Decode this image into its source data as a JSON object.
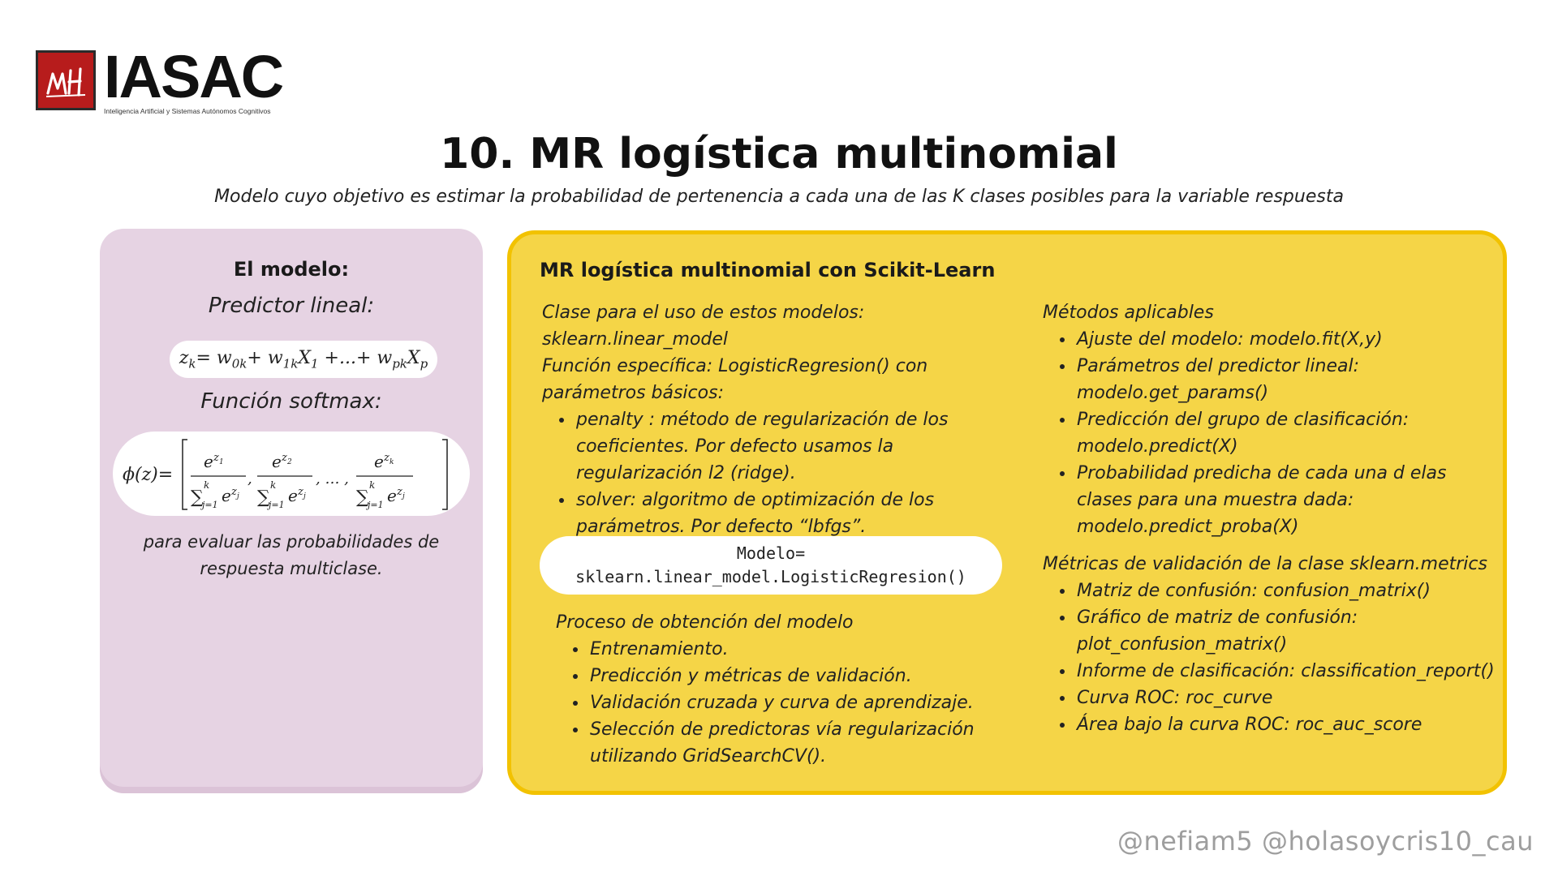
{
  "logo": {
    "name": "IASAC",
    "tagline": "Inteligencia Artificial y Sistemas Autónomos Cognitivos",
    "mark_color": "#b71c1c"
  },
  "title": "10. MR logística multinomial",
  "subtitle": "Modelo cuyo objetivo es estimar la probabilidad de pertenencia a cada una de las K clases posibles para la variable respuesta",
  "left_card": {
    "heading": "El modelo:",
    "predictor_label": "Predictor lineal:",
    "predictor_eq": "zk= w0k+ w1kX1 +...+ wpkXp",
    "softmax_label": "Función softmax:",
    "softmax_eq": "ϕ(z)= [ e^z1 / Σ_{j=1}^k e^zj , e^z2 / Σ_{j=1}^k e^zj , ... , e^zk / Σ_{j=1}^k e^zj ]",
    "note": "para evaluar las probabilidades de respuesta multiclase.",
    "bg_color": "#e6d3e3"
  },
  "right_card": {
    "heading": "MR logística multinomial con Scikit-Learn",
    "class_line": "Clase para el uso de estos modelos: sklearn.linear_model",
    "function_line": "Función específica: LogisticRegresion() con parámetros básicos:",
    "params": [
      "penalty : método de regularización de los coeficientes. Por defecto usamos la regularización l2 (ridge).",
      "solver: algoritmo de optimización de los parámetros. Por defecto “lbfgs”."
    ],
    "code_line1": "Modelo=",
    "code_line2": "sklearn.linear_model.LogisticRegresion()",
    "process_title": "Proceso de obtención del modelo",
    "process_items": [
      "Entrenamiento.",
      "Predicción y métricas de validación.",
      "Validación cruzada y curva de aprendizaje.",
      "Selección de predictoras vía regularización utilizando GridSearchCV()."
    ],
    "methods_title": "Métodos aplicables",
    "methods_items": [
      "Ajuste del modelo: modelo.fit(X,y)",
      "Parámetros del predictor lineal: modelo.get_params()",
      "Predicción del grupo de clasificación: modelo.predict(X)",
      "Probabilidad predicha de cada una d elas clases para una muestra dada: modelo.predict_proba(X)"
    ],
    "metrics_title": "Métricas de validación de la clase sklearn.metrics",
    "metrics_items": [
      "Matriz de confusión: confusion_matrix()",
      "Gráfico de matriz de confusión: plot_confusion_matrix()",
      "Informe de clasificación: classification_report()",
      "Curva ROC: roc_curve",
      "Área bajo la curva ROC: roc_auc_score"
    ],
    "bg_color": "#f5d547",
    "border_color": "#f2c200"
  },
  "handles": "@nefiam5   @holasoycris10_cau"
}
